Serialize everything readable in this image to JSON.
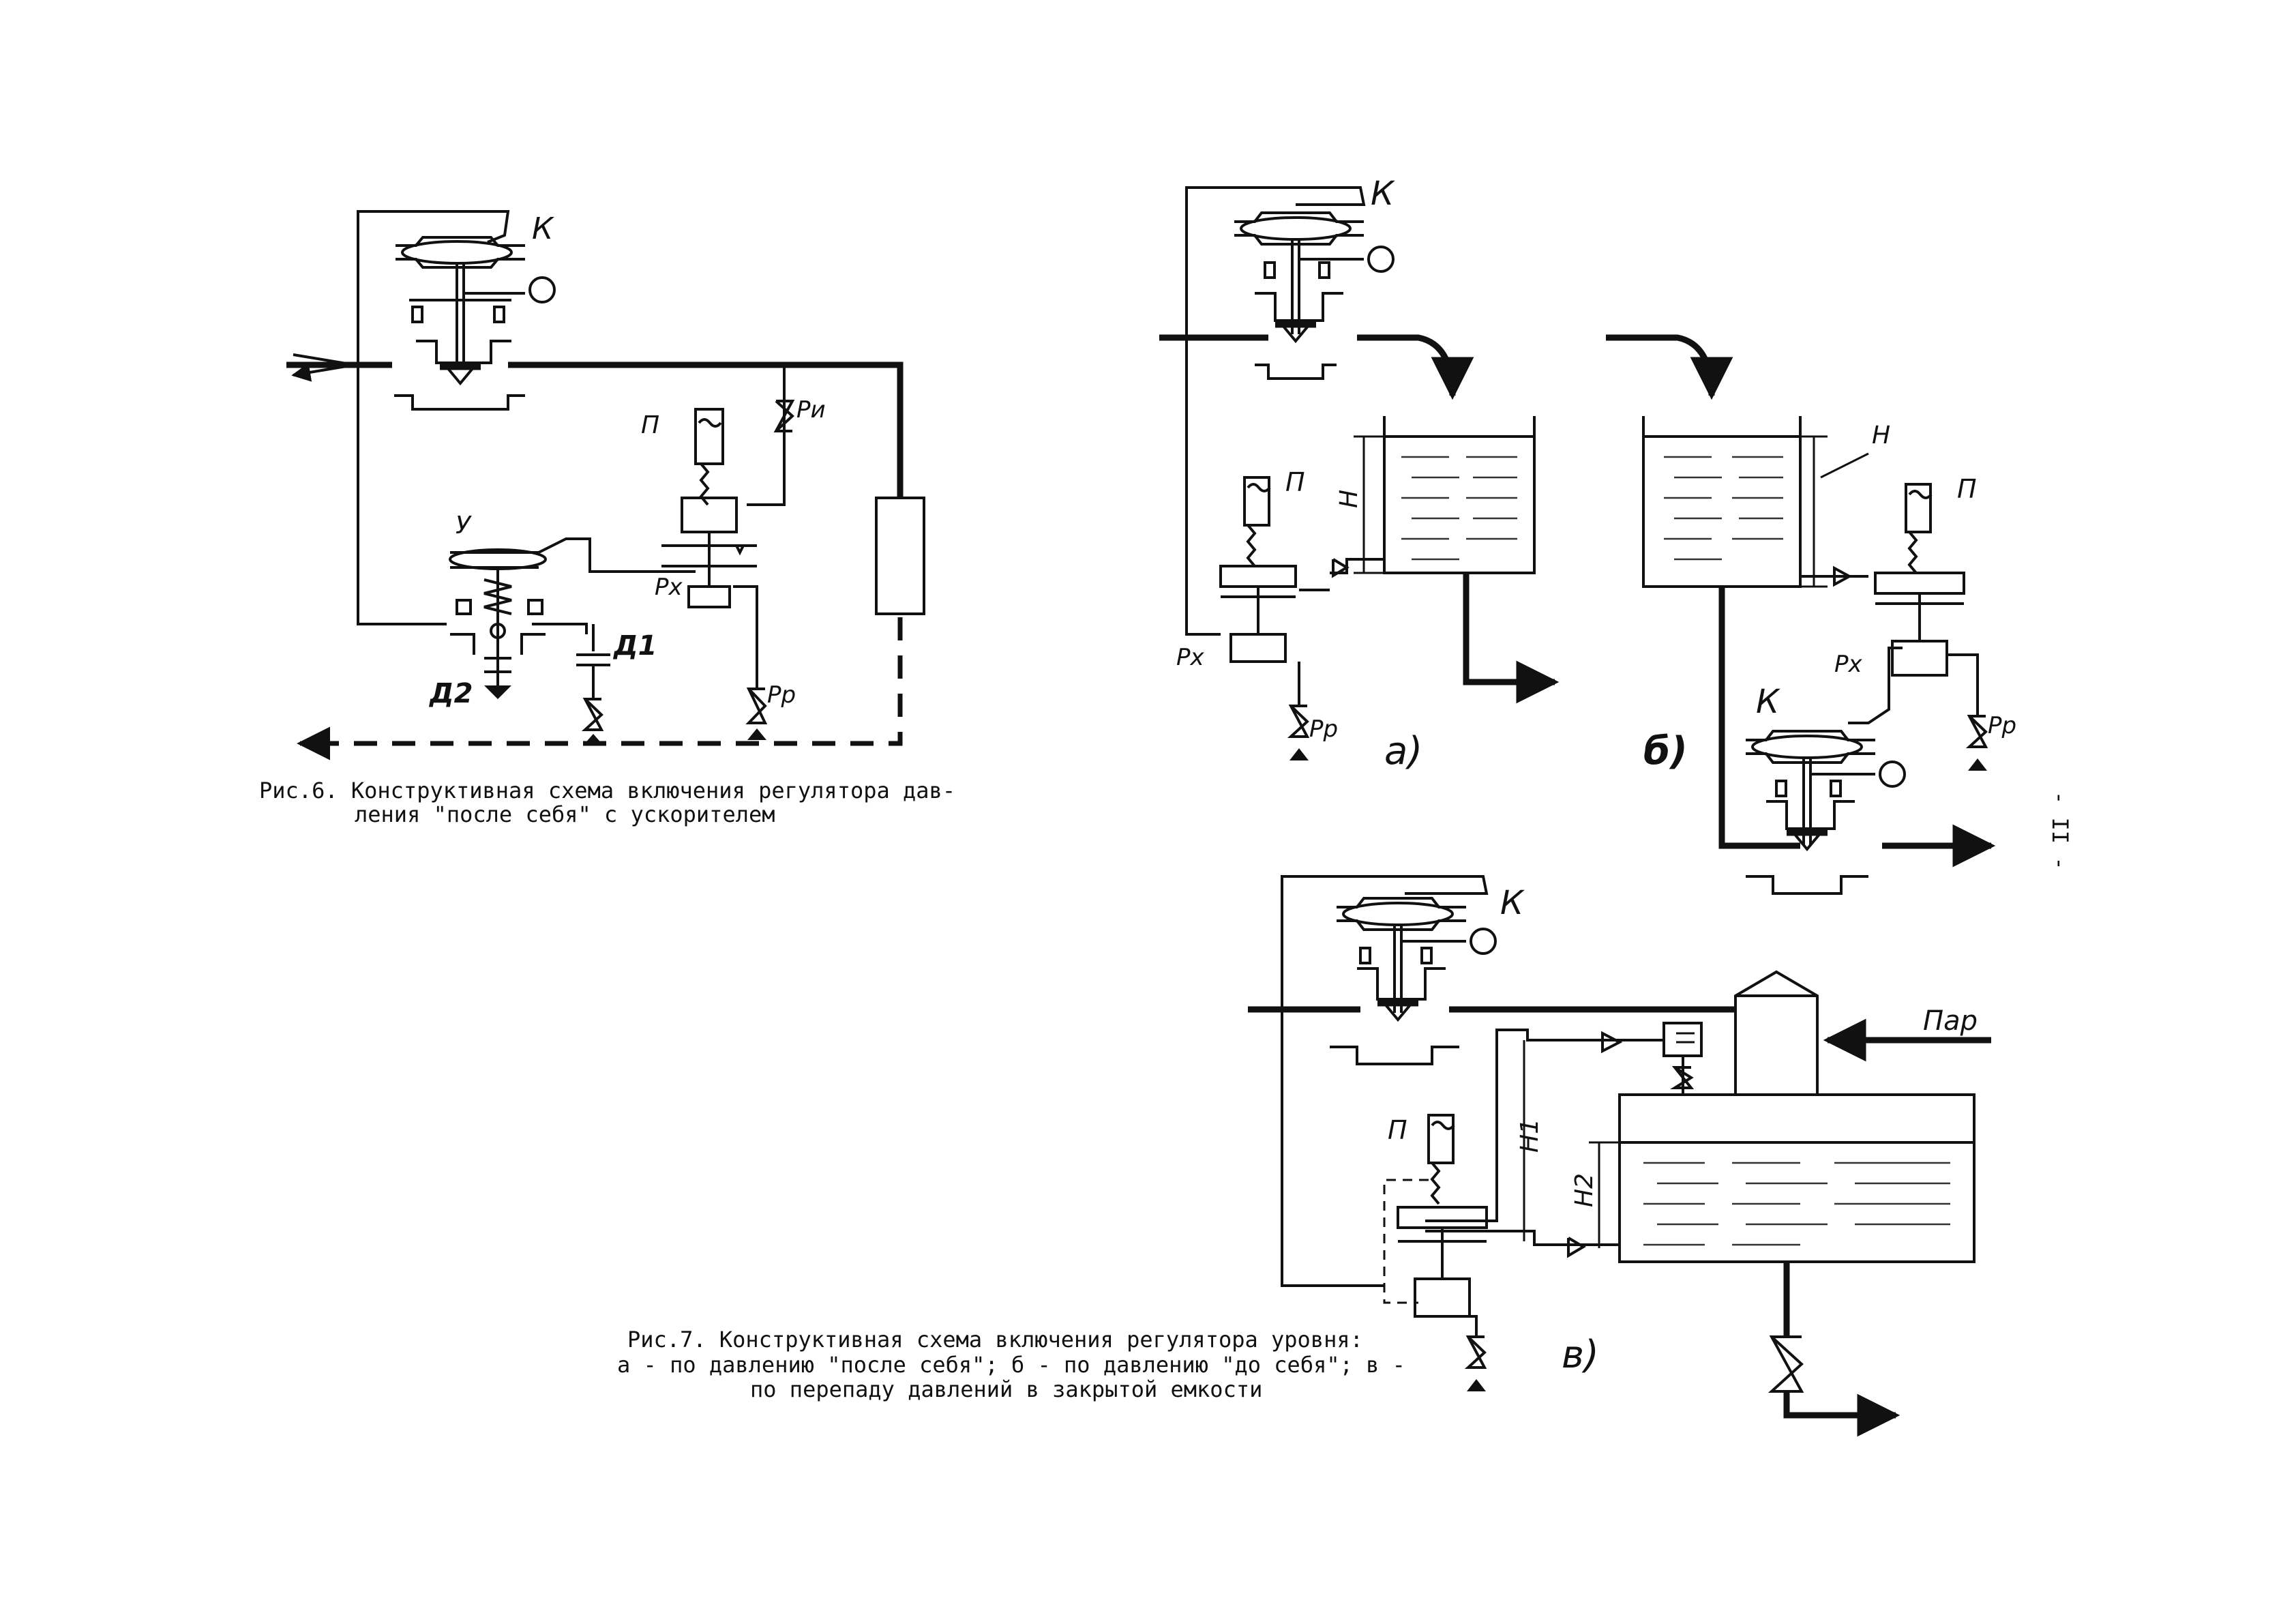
{
  "fig6": {
    "labels": {
      "k": "К",
      "p": "П",
      "u": "У",
      "pi": "Pи",
      "px": "Px",
      "pr": "Pр",
      "d1": "Д1",
      "d2": "Д2"
    },
    "caption": {
      "line1": "Рис.6. Конструктивная схема включения регулятора дав-",
      "line2": "ления \"после себя\" с ускорителем"
    }
  },
  "fig7": {
    "a": {
      "k": "К",
      "p": "П",
      "h": "H",
      "px": "Px",
      "pr": "Pр",
      "letter": "а)"
    },
    "b": {
      "k": "К",
      "p": "П",
      "h": "H",
      "px": "Px",
      "pr": "Pр",
      "letter": "б)"
    },
    "v": {
      "k": "К",
      "p": "П",
      "h1": "H1",
      "h2": "H2",
      "steam": "Пар",
      "letter": "в)"
    },
    "caption": {
      "line1": "Рис.7. Конструктивная схема включения регулятора уровня:",
      "line2": "а - по давлению \"после себя\"; б - по давлению \"до себя\"; в -",
      "line3": "по перепаду давлений в закрытой емкости"
    }
  },
  "page_number": "- II -"
}
